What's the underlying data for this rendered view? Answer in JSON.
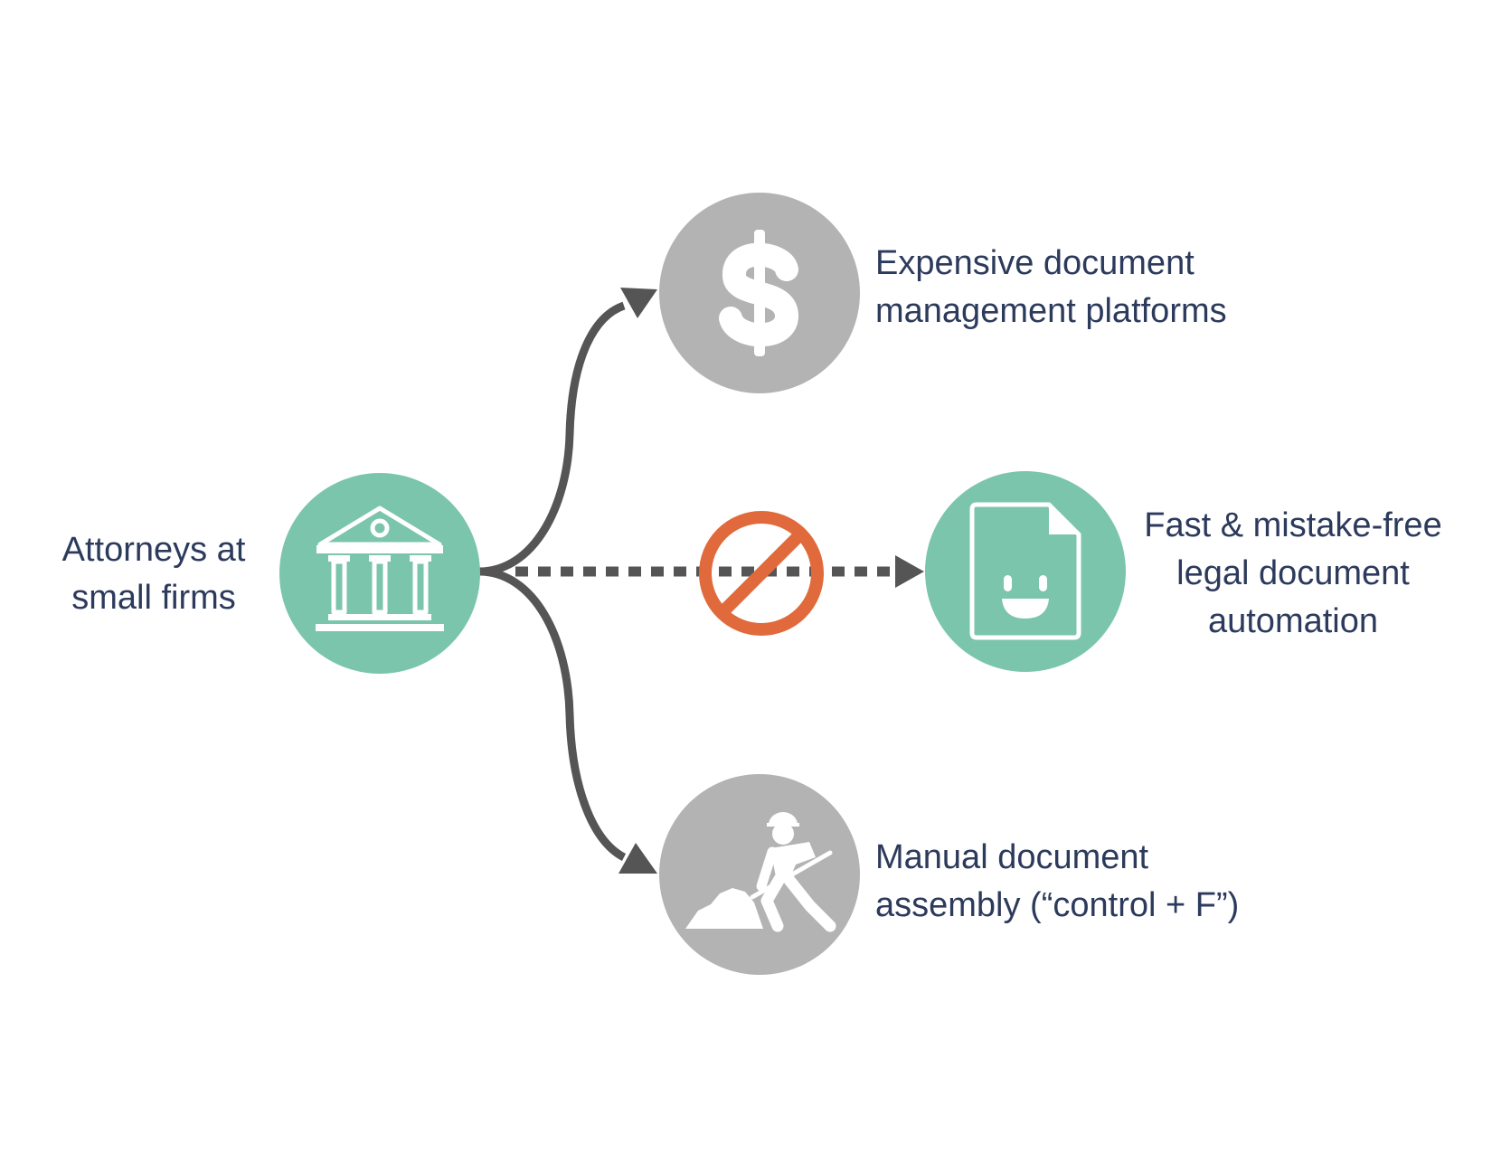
{
  "colors": {
    "teal": "#7bc5ad",
    "gray": "#b3b3b3",
    "arrow": "#555555",
    "forbidden": "#e06a3c",
    "text": "#2c3a5c"
  },
  "nodes": {
    "source": {
      "lines": [
        "Attorneys at",
        "small firms"
      ],
      "icon": "courthouse-icon"
    },
    "expensive": {
      "lines": [
        "Expensive document",
        "management platforms"
      ],
      "icon": "dollar-icon"
    },
    "automation": {
      "lines": [
        "Fast & mistake-free",
        "legal document",
        "automation"
      ],
      "icon": "smiling-document-icon"
    },
    "manual": {
      "lines": [
        "Manual document",
        "assembly (“control + F”)"
      ],
      "icon": "digging-worker-icon"
    }
  },
  "blocked_icon": "prohibited-icon"
}
